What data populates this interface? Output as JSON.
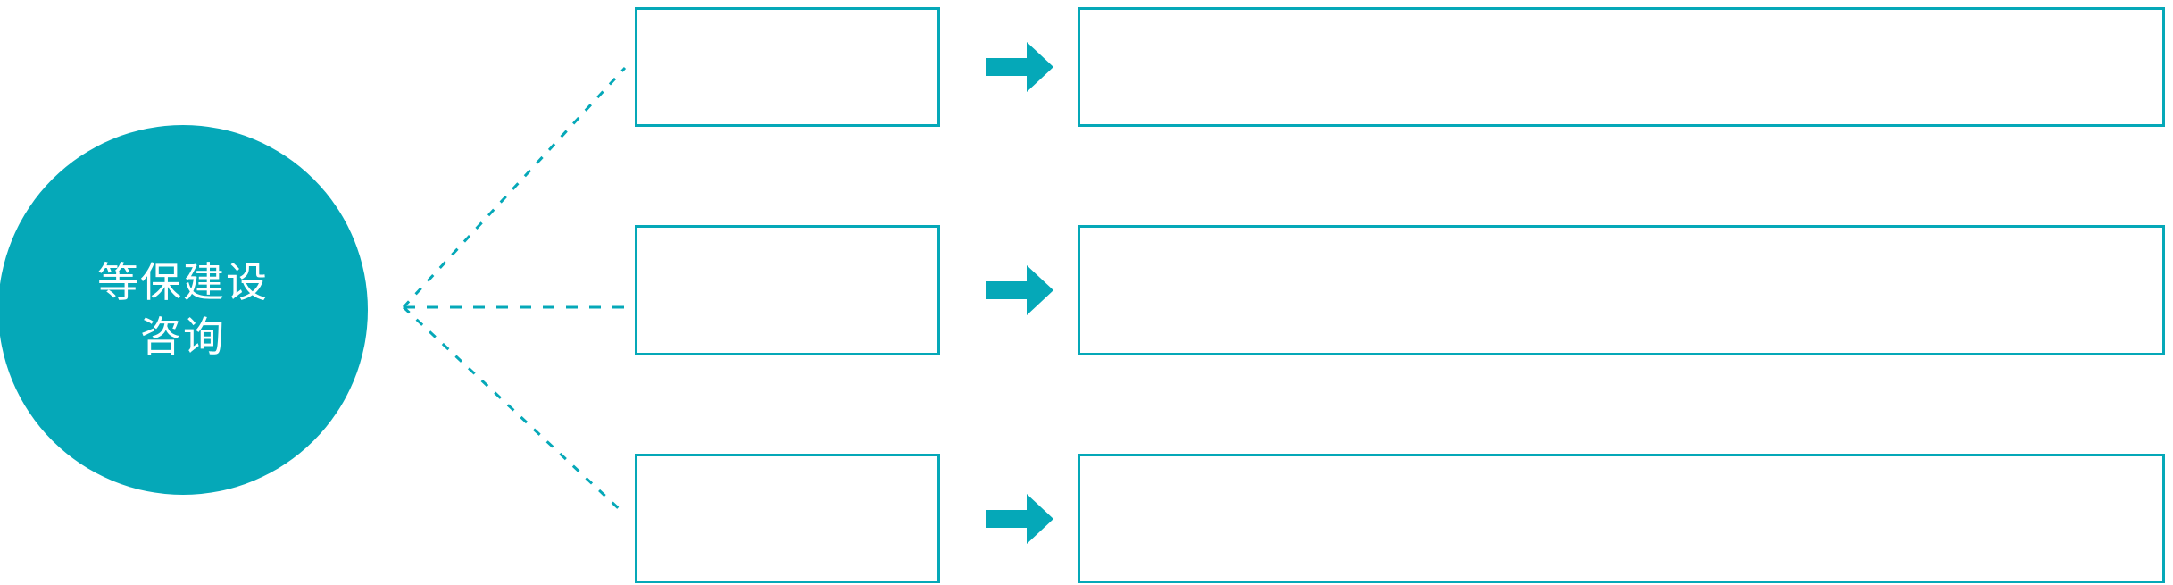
{
  "diagram": {
    "title": "等保建设咨询",
    "accent_color": "#05a8b8",
    "background_color": "#ffffff",
    "hub": {
      "label_lines": [
        "等保建设",
        "咨询"
      ],
      "shape": "circle",
      "fill": "#05a8b8",
      "text_color": "#ffffff"
    },
    "connector": {
      "style": "dotted",
      "color": "#05a8b8",
      "fan_out_count": 3
    },
    "arrow_icon_name": "right-arrow-icon",
    "rows": [
      {
        "stage_label": "",
        "arrow": "→",
        "detail_label": ""
      },
      {
        "stage_label": "",
        "arrow": "→",
        "detail_label": ""
      },
      {
        "stage_label": "",
        "arrow": "→",
        "detail_label": ""
      }
    ]
  }
}
